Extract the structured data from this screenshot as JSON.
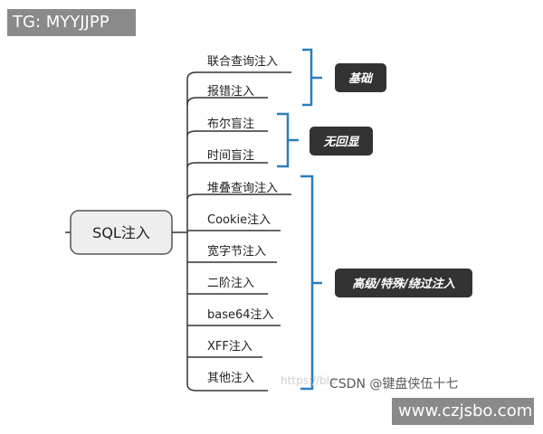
{
  "watermark": {
    "top_left": "TG: MYYJJPP",
    "bottom_right": "www.czjsbo.com",
    "csdn": "CSDN @键盘侠伍十七",
    "faint_url": "https://blo"
  },
  "mindmap": {
    "root": "SQL注入",
    "categories": [
      {
        "label": "基础",
        "items": [
          "联合查询注入",
          "报错注入"
        ]
      },
      {
        "label": "无回显",
        "items": [
          "布尔盲注",
          "时间盲注"
        ]
      },
      {
        "label": "高级/特殊/绕过注入",
        "items": [
          "堆叠查询注入",
          "Cookie注入",
          "宽字节注入",
          "二阶注入",
          "base64注入",
          "XFF注入",
          "其他注入"
        ]
      }
    ]
  },
  "colors": {
    "bracket": "#2a7fbf",
    "category_bg": "#333333",
    "root_bg": "#eeeeee"
  }
}
